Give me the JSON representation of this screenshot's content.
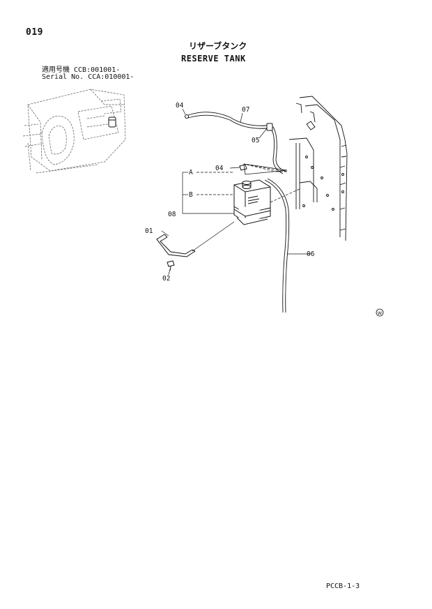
{
  "header": {
    "page_number": "019",
    "title_jp": "リザーブタンク",
    "title_en": "RESERVE TANK",
    "applicability_line1": "適用号機 CCB:001001-",
    "applicability_line2": "Serial No. CCA:010001-"
  },
  "diagram": {
    "callouts": {
      "p01": "01",
      "p02": "02",
      "p04a": "04",
      "p04b": "04",
      "p05": "05",
      "p06": "06",
      "p07": "07",
      "p08": "08",
      "ref_a": "A",
      "ref_b": "B"
    },
    "marker_symbol": "W"
  },
  "footer": {
    "code": "PCCB-1-3"
  }
}
